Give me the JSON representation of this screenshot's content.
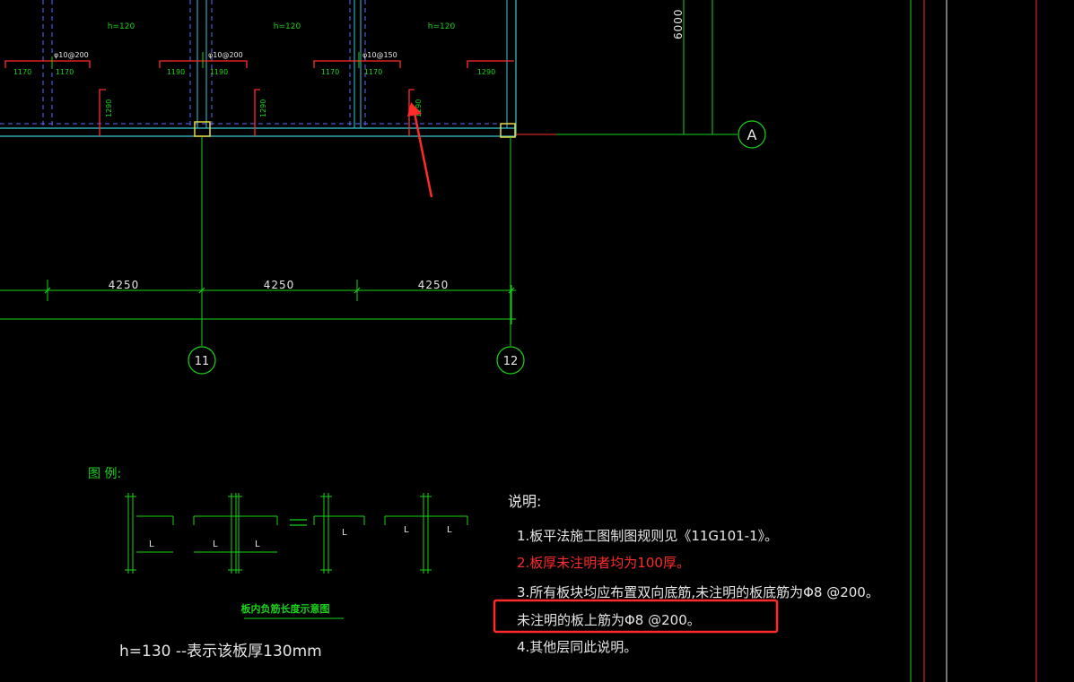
{
  "panel_labels": {
    "thickness": [
      "h=120",
      "h=120",
      "h=120"
    ],
    "rebar": [
      "φ10@200",
      "φ10@200",
      "φ10@150"
    ],
    "top_lengths": [
      "1170",
      "1170",
      "1190",
      "1190",
      "1170",
      "1170",
      "1290"
    ],
    "side_lengths": [
      "1290",
      "1290",
      "1290"
    ]
  },
  "dimensions": {
    "vertical": "6000",
    "spans": [
      "4250",
      "4250",
      "4250"
    ]
  },
  "axes": {
    "row": "A",
    "cols": [
      "11",
      "12"
    ]
  },
  "legend": {
    "title": "图  例:",
    "length_mark": "L",
    "caption": "板内负筋长度示意图",
    "thickness_note": "h=130  --表示该板厚130mm"
  },
  "notes": {
    "title": "说明:",
    "items": [
      "1.板平法施工图制图规则见《11G101-1》。",
      "2.板厚未注明者均为100厚。",
      "3.所有板块均应布置双向底筋,未注明的板底筋为Φ8 @200。",
      "未注明的板上筋为Φ8 @200。",
      "4.其他层同此说明。"
    ]
  },
  "colors": {
    "background": "#000000",
    "green": "#19d319",
    "red": "#ff2a2a",
    "cyan": "#37c8d2",
    "yellow": "#e6dc3c",
    "white": "#e6e6e6"
  }
}
